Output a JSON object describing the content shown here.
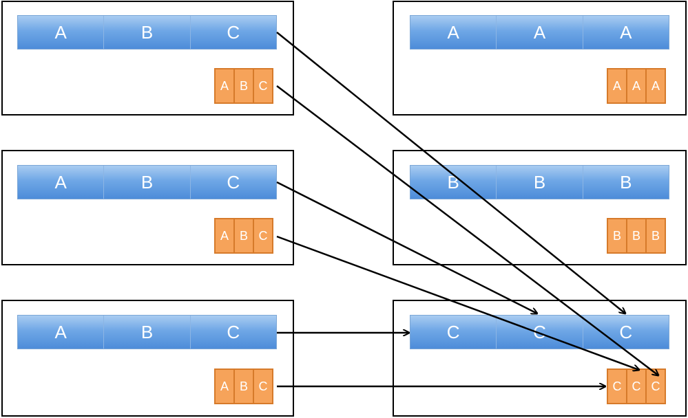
{
  "left_panels": [
    {
      "bar": [
        "A",
        "B",
        "C"
      ],
      "chunk": [
        "A",
        "B",
        "C"
      ]
    },
    {
      "bar": [
        "A",
        "B",
        "C"
      ],
      "chunk": [
        "A",
        "B",
        "C"
      ]
    },
    {
      "bar": [
        "A",
        "B",
        "C"
      ],
      "chunk": [
        "A",
        "B",
        "C"
      ]
    }
  ],
  "right_panels": [
    {
      "bar": [
        "A",
        "A",
        "A"
      ],
      "chunk": [
        "A",
        "A",
        "A"
      ]
    },
    {
      "bar": [
        "B",
        "B",
        "B"
      ],
      "chunk": [
        "B",
        "B",
        "B"
      ]
    },
    {
      "bar": [
        "C",
        "C",
        "C"
      ],
      "chunk": [
        "C",
        "C",
        "C"
      ]
    }
  ],
  "colors": {
    "bar": "#5b9bd5",
    "chunk": "#f6a35a",
    "arrow": "#000000"
  }
}
